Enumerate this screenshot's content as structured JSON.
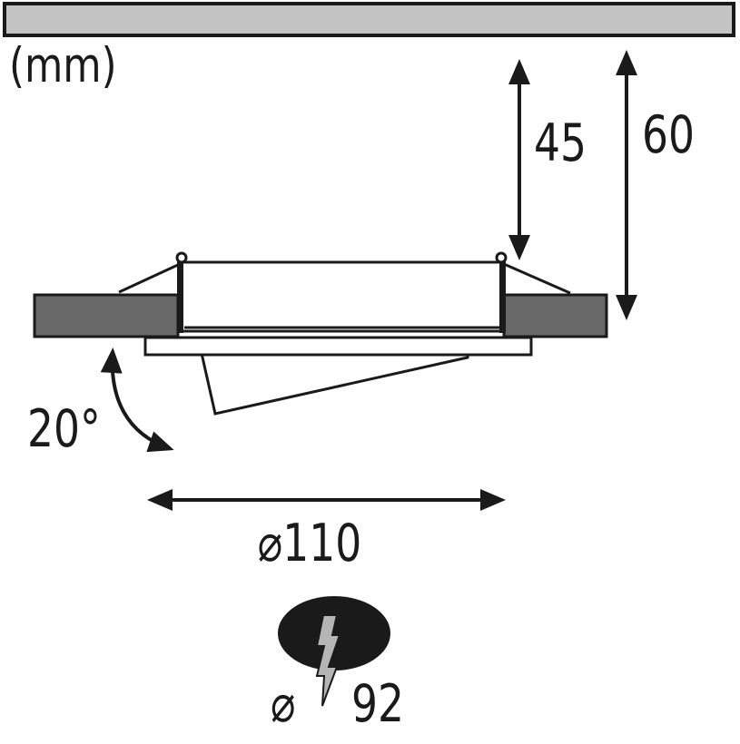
{
  "units": "(mm)",
  "dimensions": {
    "recess_depth": "45",
    "total_height": "60",
    "tilt_angle": "20°",
    "outer_diameter": "⌀110",
    "cutout_diameter_symbol": "⌀",
    "cutout_diameter_value": "92"
  },
  "icons": {
    "cutout": "ceiling-cutout-hole-icon",
    "electric": "lightning-bolt-icon"
  },
  "colors": {
    "background": "#ffffff",
    "ink": "#1a1a1a",
    "ceiling": "#c4c4c4",
    "ceiling_panel": "#686868",
    "fixture": "#ffffff",
    "cutout": "#1a1a1a",
    "bolt": "#b5b5b5"
  }
}
